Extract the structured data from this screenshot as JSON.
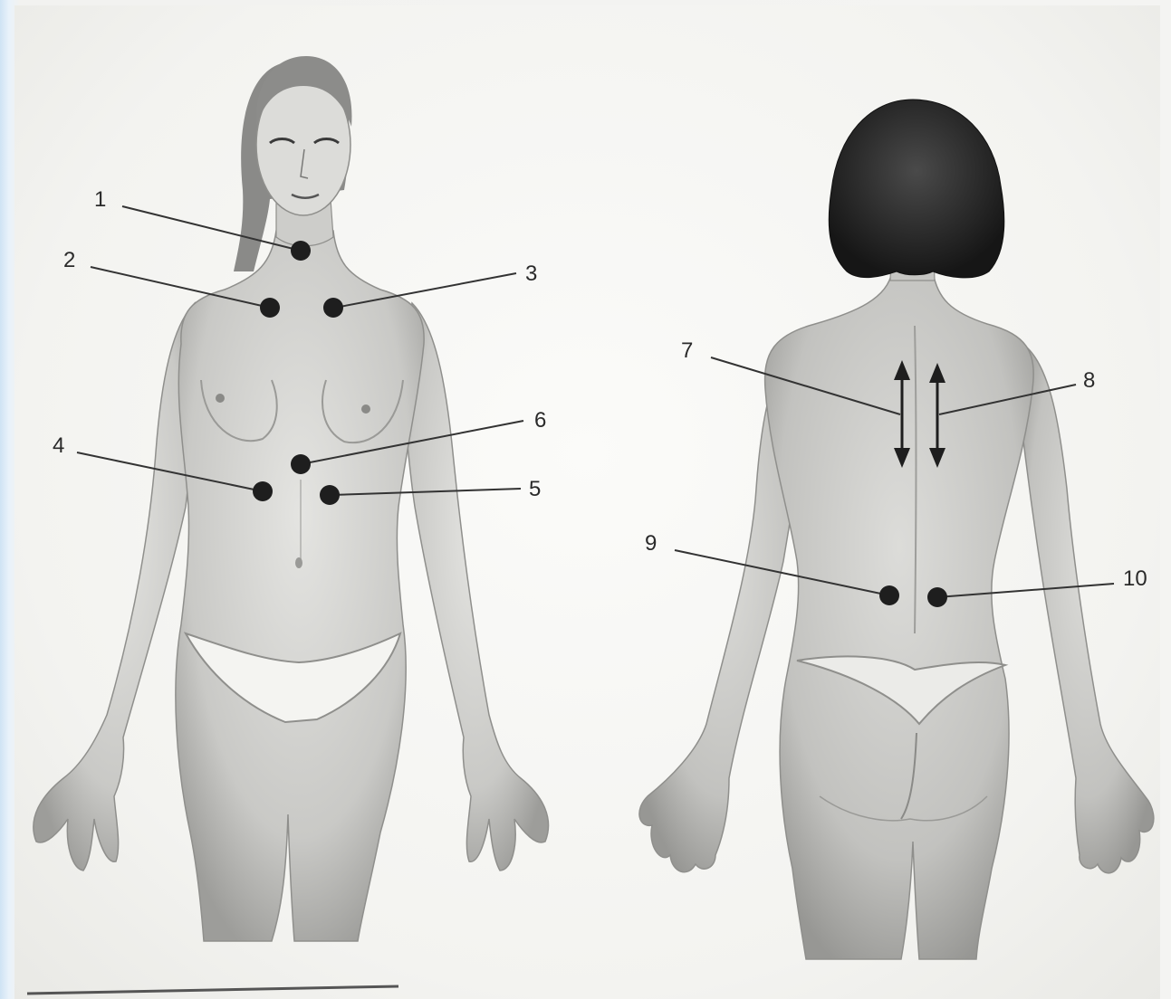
{
  "diagram": {
    "views": [
      {
        "name": "front",
        "label_ids": [
          "1",
          "2",
          "3",
          "4",
          "5",
          "6"
        ]
      },
      {
        "name": "back",
        "label_ids": [
          "7",
          "8",
          "9",
          "10"
        ]
      }
    ],
    "labels": {
      "l1": "1",
      "l2": "2",
      "l3": "3",
      "l4": "4",
      "l5": "5",
      "l6": "6",
      "l7": "7",
      "l8": "8",
      "l9": "9",
      "l10": "10"
    },
    "colors": {
      "skin_light": "#d9d9d6",
      "skin_shade": "#a9a9a6",
      "hair": "#2b2b2b",
      "marker": "#1e1e1e",
      "leader": "#333333"
    },
    "icons": [
      "point-marker",
      "double-arrow"
    ]
  }
}
